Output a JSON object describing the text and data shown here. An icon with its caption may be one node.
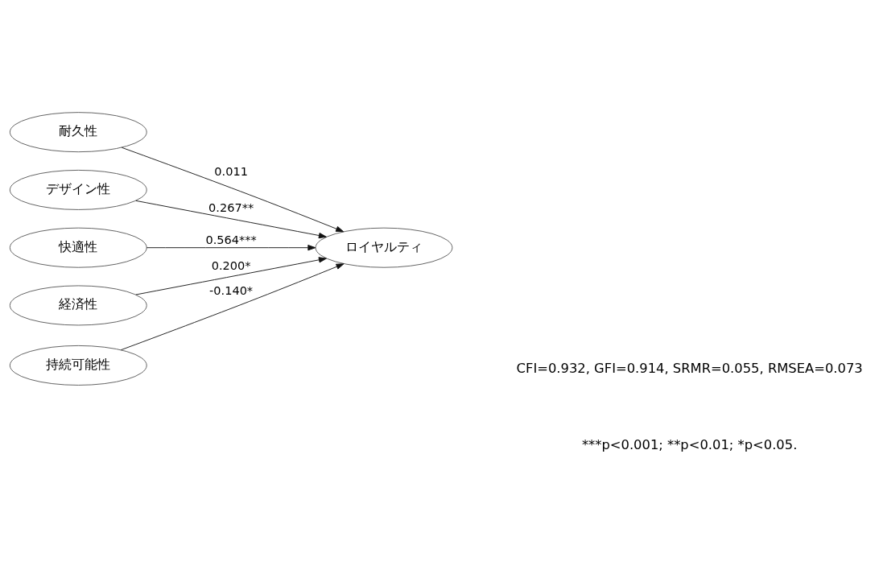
{
  "diagram": {
    "nodes": [
      {
        "text": [
          "耐久性"
        ]
      },
      {
        "text": [
          "デザイン性"
        ]
      },
      {
        "text": [
          "快適性"
        ]
      },
      {
        "text": [
          "経済性"
        ]
      },
      {
        "text": [
          "持続可能性"
        ]
      },
      {
        "text": [
          "ロイヤルティ"
        ]
      }
    ],
    "edges": [
      {
        "from": 0,
        "to": 5,
        "arrow": "to",
        "label": "0.011"
      },
      {
        "from": 1,
        "to": 5,
        "arrow": "to",
        "label": "0.267**"
      },
      {
        "from": 2,
        "to": 5,
        "arrow": "to",
        "label": "0.564***"
      },
      {
        "from": 3,
        "to": 5,
        "arrow": "to",
        "label": "0.200*"
      },
      {
        "from": 4,
        "to": 5,
        "arrow": "to",
        "label": "-0.140*"
      }
    ],
    "labels": [
      "CFI=0.932, GFI=0.914, SRMR=0.055, RMSEA=0.073",
      "***p<0.001; **p<0.01; *p<0.05."
    ]
  }
}
